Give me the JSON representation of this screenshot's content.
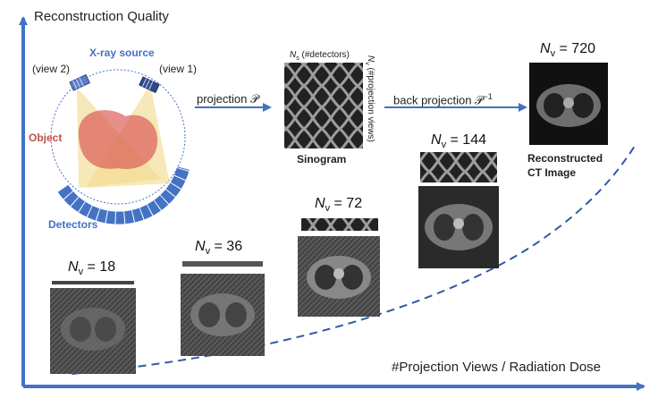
{
  "axes": {
    "y_label": "Reconstruction Quality",
    "x_label": "#Projection Views / Radiation Dose",
    "color": "#4472c4"
  },
  "scanner": {
    "source_label": "X-ray source",
    "view2_label": "(view 2)",
    "view1_label": "(view 1)",
    "object_label": "Object",
    "detectors_label": "Detectors",
    "source_color": "#4472c4",
    "object_color": "#c0504d"
  },
  "pipeline": {
    "projection_label": "projection 𝒫",
    "backprojection_label": "back projection 𝒫",
    "backprojection_sup": "−1",
    "sinogram_label": "Sinogram",
    "ns_label": "(#detectors)",
    "nv_axis_label": "(#projection views)",
    "recon_label_1": "Reconstructed",
    "recon_label_2": "CT Image"
  },
  "samples": [
    {
      "nv": "18"
    },
    {
      "nv": "36"
    },
    {
      "nv": "72"
    },
    {
      "nv": "144"
    },
    {
      "nv": "720"
    }
  ]
}
